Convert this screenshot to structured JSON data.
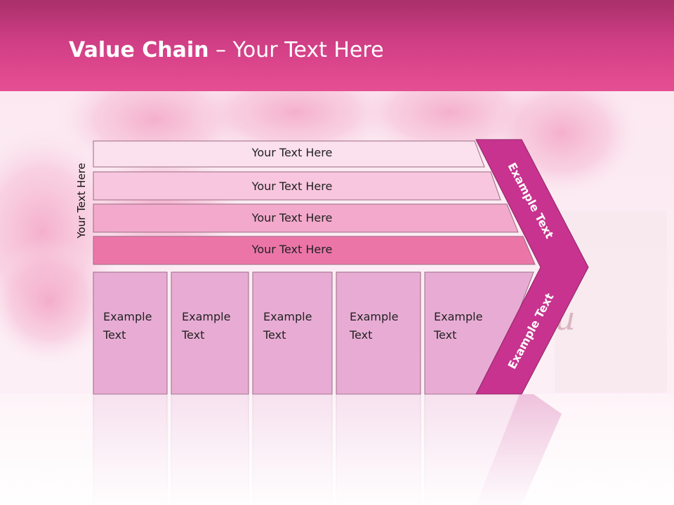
{
  "slide": {
    "title_bold": "Value Chain",
    "title_rest": " – Your Text Here",
    "side_label": "Your Text Here",
    "rows": [
      {
        "label": "Your Text Here"
      },
      {
        "label": "Your Text Here"
      },
      {
        "label": "Your Text Here"
      },
      {
        "label": "Your Text Here"
      }
    ],
    "cells": [
      {
        "line1": "Example",
        "line2": "Text"
      },
      {
        "line1": "Example",
        "line2": "Text"
      },
      {
        "line1": "Example",
        "line2": "Text"
      },
      {
        "line1": "Example",
        "line2": "Text"
      },
      {
        "line1": "Example",
        "line2": "Text"
      }
    ],
    "chevron_top": "Example Text",
    "chevron_bottom": "Example Text"
  },
  "colors": {
    "header": "#d83f87",
    "row1": "#fbe0ee",
    "row2": "#f8c6de",
    "row3": "#f3a9cc",
    "row4": "#ec75a8",
    "cells": "#e8acd4",
    "chevron": "#c7338f"
  }
}
